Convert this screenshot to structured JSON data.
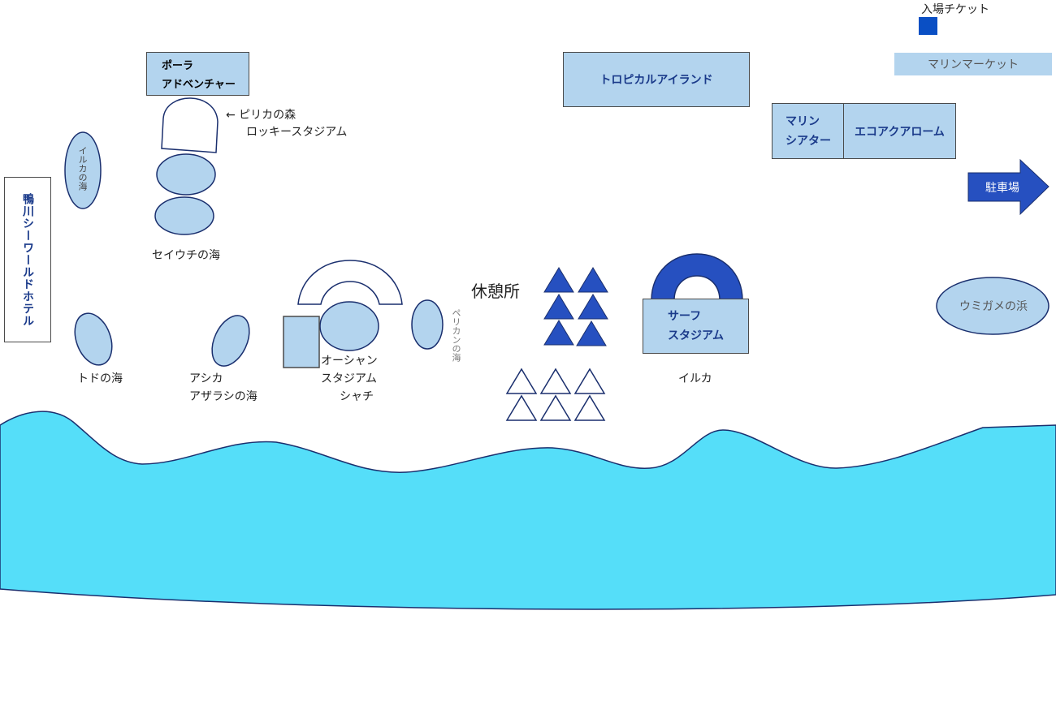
{
  "map": {
    "hotel": "鴨川シーワールドホテル",
    "entrance": "入場チケット",
    "marine_market": "マリンマーケット",
    "tropical_island": "トロピカルアイランド",
    "marine_theater_line1": "マリン",
    "marine_theater_line2": "シアター",
    "eco_aquarome": "エコアクアローム",
    "parking": "駐車場",
    "polar_line1": "ポーラ",
    "polar_line2": "アドベンチャー",
    "pirika_forest": "← ピリカの森",
    "rocky_stadium": "ロッキースタジアム",
    "iruka_sea": "イルカの海",
    "seiuchi_sea": "セイウチの海",
    "todo_sea": "トドの海",
    "ashika": "アシカ",
    "azarashi_sea": "アザラシの海",
    "ocean_line1": "オーシャン",
    "ocean_line2": "スタジアム",
    "shachi": "シャチ",
    "pelican_sea": "ペリカンの海",
    "rest_area": "休憩所",
    "surf_line1": "サーフ",
    "surf_line2": "スタジアム",
    "iruka": "イルカ",
    "umigame": "ウミガメの浜"
  },
  "colors": {
    "facility_fill": "#b3d4ee",
    "dark_blue": "#2650c0",
    "sea": "#55def9",
    "outline": "#1a2f6e"
  }
}
